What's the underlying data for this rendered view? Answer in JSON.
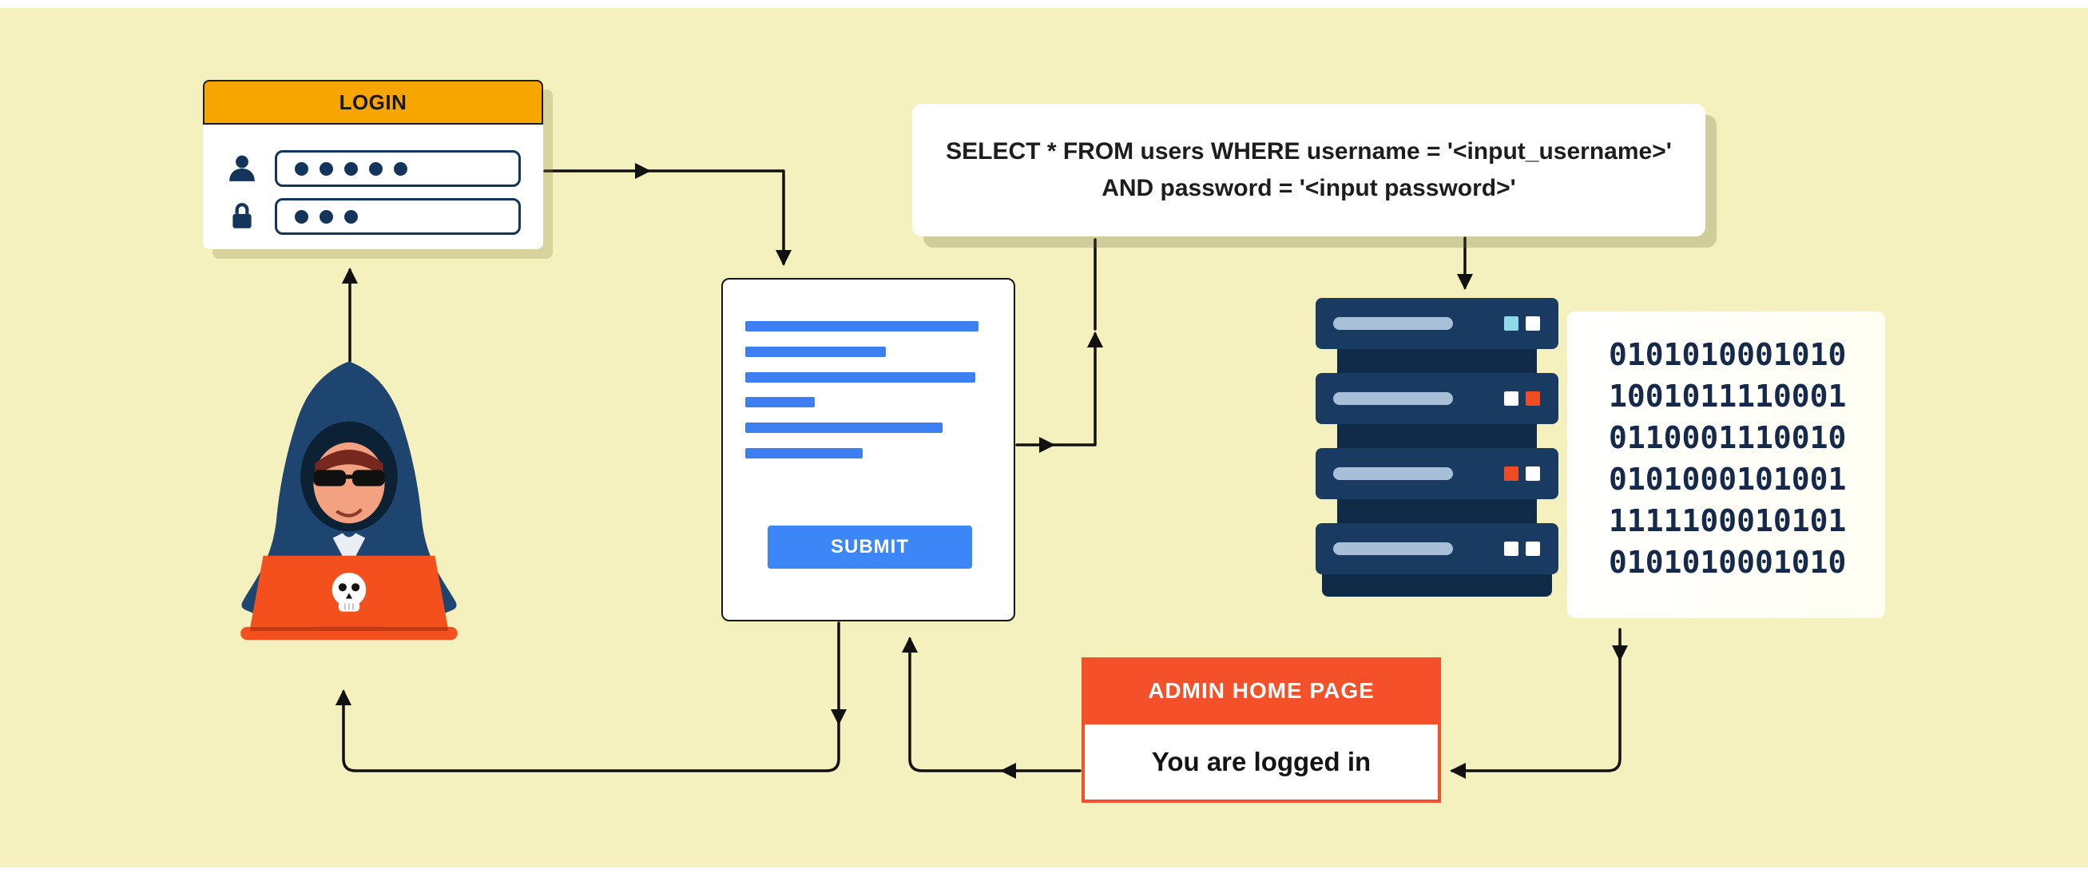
{
  "login": {
    "title": "LOGIN",
    "username_dots": 5,
    "password_dots": 3
  },
  "form": {
    "submit_label": "SUBMIT"
  },
  "sql": {
    "line1": "SELECT * FROM users WHERE username = '<input_username>'",
    "line2": "AND password = '<input password>'"
  },
  "servers": {
    "units": [
      {
        "lights": [
          "#8FD9EA",
          "#FFFFFF"
        ]
      },
      {
        "lights": [
          "#FFFFFF",
          "#F14B24"
        ]
      },
      {
        "lights": [
          "#F14B24",
          "#FFFFFF"
        ]
      },
      {
        "lights": [
          "#FFFFFF",
          "#FFFFFF"
        ]
      }
    ]
  },
  "binary": {
    "lines": [
      "0101010001010",
      "1001011110001",
      "0110001110010",
      "0101000101001",
      "1111100010101",
      "0101010001010"
    ]
  },
  "admin": {
    "title": "ADMIN HOME PAGE",
    "message": "You are logged in"
  },
  "colors": {
    "background": "#F5F1BE",
    "accent_orange": "#F7A600",
    "accent_red": "#F4502A",
    "accent_blue": "#3D86F8",
    "navy": "#14355B"
  }
}
